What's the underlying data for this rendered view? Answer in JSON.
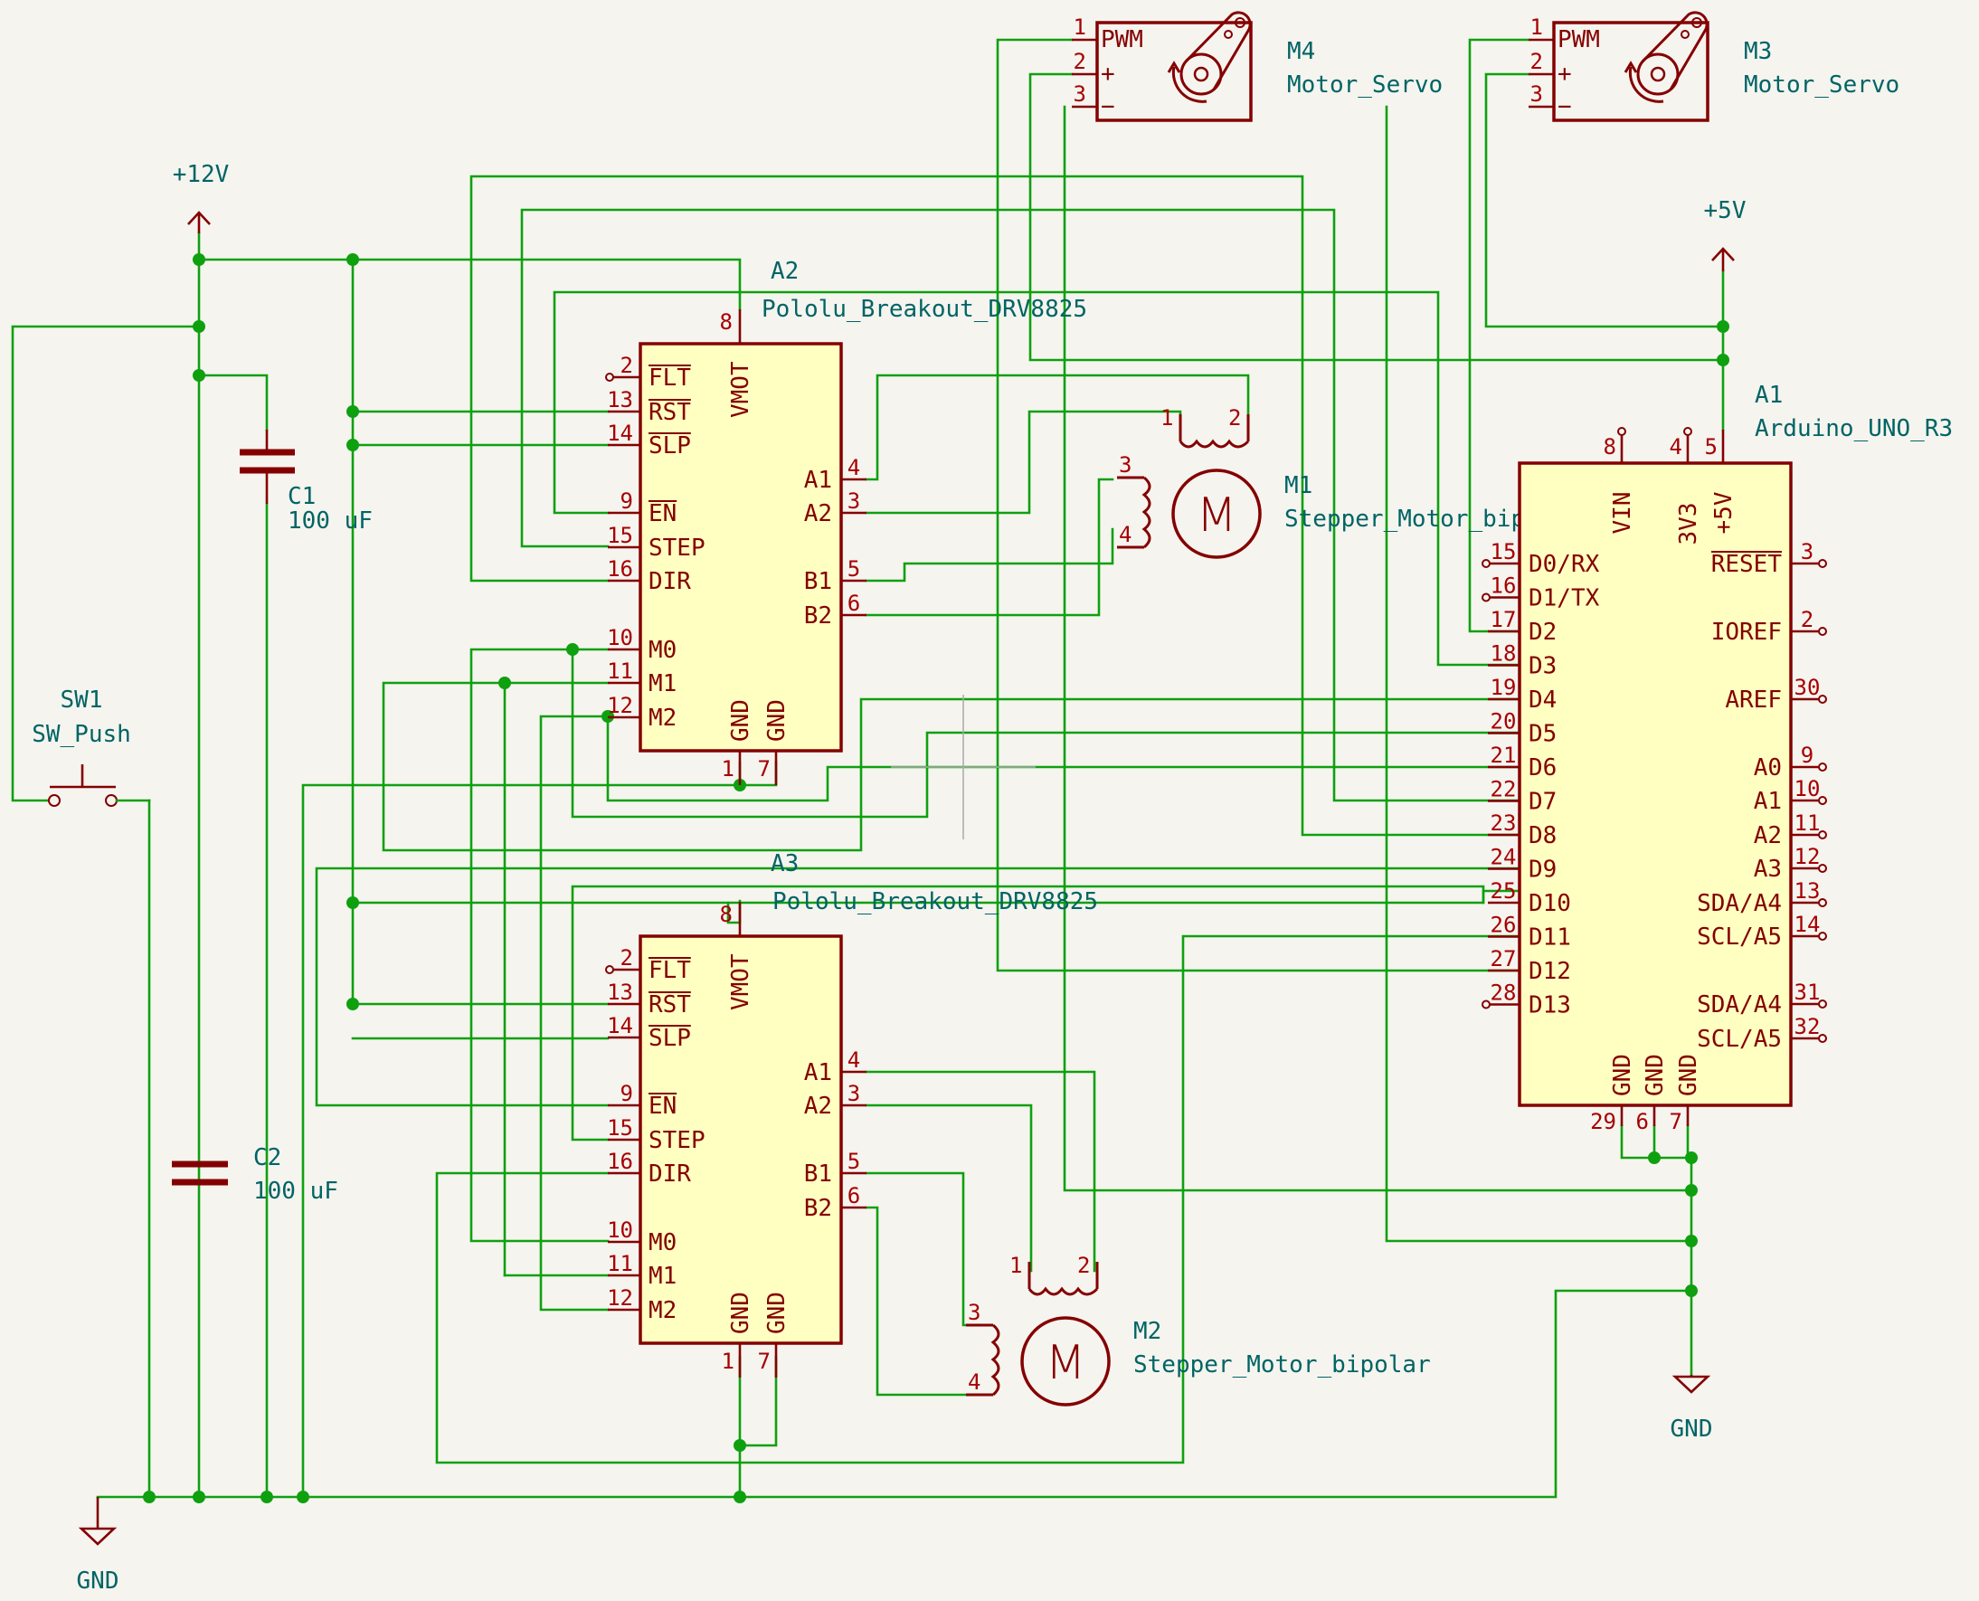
{
  "power": {
    "v12": "+12V",
    "v5": "+5V",
    "gnd": "GND"
  },
  "switch": {
    "ref": "SW1",
    "value": "SW_Push"
  },
  "caps": [
    {
      "ref": "C1",
      "value": "100 uF"
    },
    {
      "ref": "C2",
      "value": "100 uF"
    }
  ],
  "driver": {
    "value": "Pololu_Breakout_DRV8825",
    "refs": [
      "A2",
      "A3"
    ],
    "pins": {
      "flt": "FLT",
      "rst": "RST",
      "slp": "SLP",
      "en": "EN",
      "step": "STEP",
      "dir": "DIR",
      "m0": "M0",
      "m1": "M1",
      "m2": "M2",
      "vmot": "VMOT",
      "gnd": "GND",
      "a1": "A1",
      "a2": "A2",
      "b1": "B1",
      "b2": "B2"
    },
    "nums": {
      "flt": "2",
      "rst": "13",
      "slp": "14",
      "en": "9",
      "step": "15",
      "dir": "16",
      "m0": "10",
      "m1": "11",
      "m2": "12",
      "vmot": "8",
      "gnd1": "1",
      "gnd2": "7",
      "a1": "4",
      "a2": "3",
      "b1": "5",
      "b2": "6"
    }
  },
  "stepper": {
    "value": "Stepper_Motor_bipolar",
    "refs": [
      "M1",
      "M2"
    ],
    "pins": [
      "1",
      "2",
      "3",
      "4"
    ],
    "symbol": "M"
  },
  "servo": {
    "value": "Motor_Servo",
    "refs": [
      "M4",
      "M3"
    ],
    "pins": {
      "pwm": "PWM",
      "plus": "+",
      "minus": "−"
    },
    "nums": [
      "1",
      "2",
      "3"
    ]
  },
  "arduino": {
    "ref": "A1",
    "value": "Arduino_UNO_R3",
    "top_pins": [
      {
        "name": "VIN",
        "num": "8"
      },
      {
        "name": "3V3",
        "num": "4"
      },
      {
        "name": "+5V",
        "num": "5"
      }
    ],
    "left_pins": [
      {
        "name": "D0/RX",
        "num": "15"
      },
      {
        "name": "D1/TX",
        "num": "16"
      },
      {
        "name": "D2",
        "num": "17"
      },
      {
        "name": "D3",
        "num": "18"
      },
      {
        "name": "D4",
        "num": "19"
      },
      {
        "name": "D5",
        "num": "20"
      },
      {
        "name": "D6",
        "num": "21"
      },
      {
        "name": "D7",
        "num": "22"
      },
      {
        "name": "D8",
        "num": "23"
      },
      {
        "name": "D9",
        "num": "24"
      },
      {
        "name": "D10",
        "num": "25"
      },
      {
        "name": "D11",
        "num": "26"
      },
      {
        "name": "D12",
        "num": "27"
      },
      {
        "name": "D13",
        "num": "28"
      }
    ],
    "right_pins": [
      {
        "name": "RESET",
        "num": "3"
      },
      {
        "name": "IOREF",
        "num": "2"
      },
      {
        "name": "AREF",
        "num": "30"
      },
      {
        "name": "A0",
        "num": "9"
      },
      {
        "name": "A1",
        "num": "10"
      },
      {
        "name": "A2",
        "num": "11"
      },
      {
        "name": "A3",
        "num": "12"
      },
      {
        "name": "SDA/A4",
        "num": "13"
      },
      {
        "name": "SCL/A5",
        "num": "14"
      },
      {
        "name": "SDA/A4",
        "num": "31"
      },
      {
        "name": "SCL/A5",
        "num": "32"
      }
    ],
    "bottom_pins": [
      {
        "name": "GND",
        "num": "29"
      },
      {
        "name": "GND",
        "num": "6"
      },
      {
        "name": "GND",
        "num": "7"
      }
    ]
  }
}
